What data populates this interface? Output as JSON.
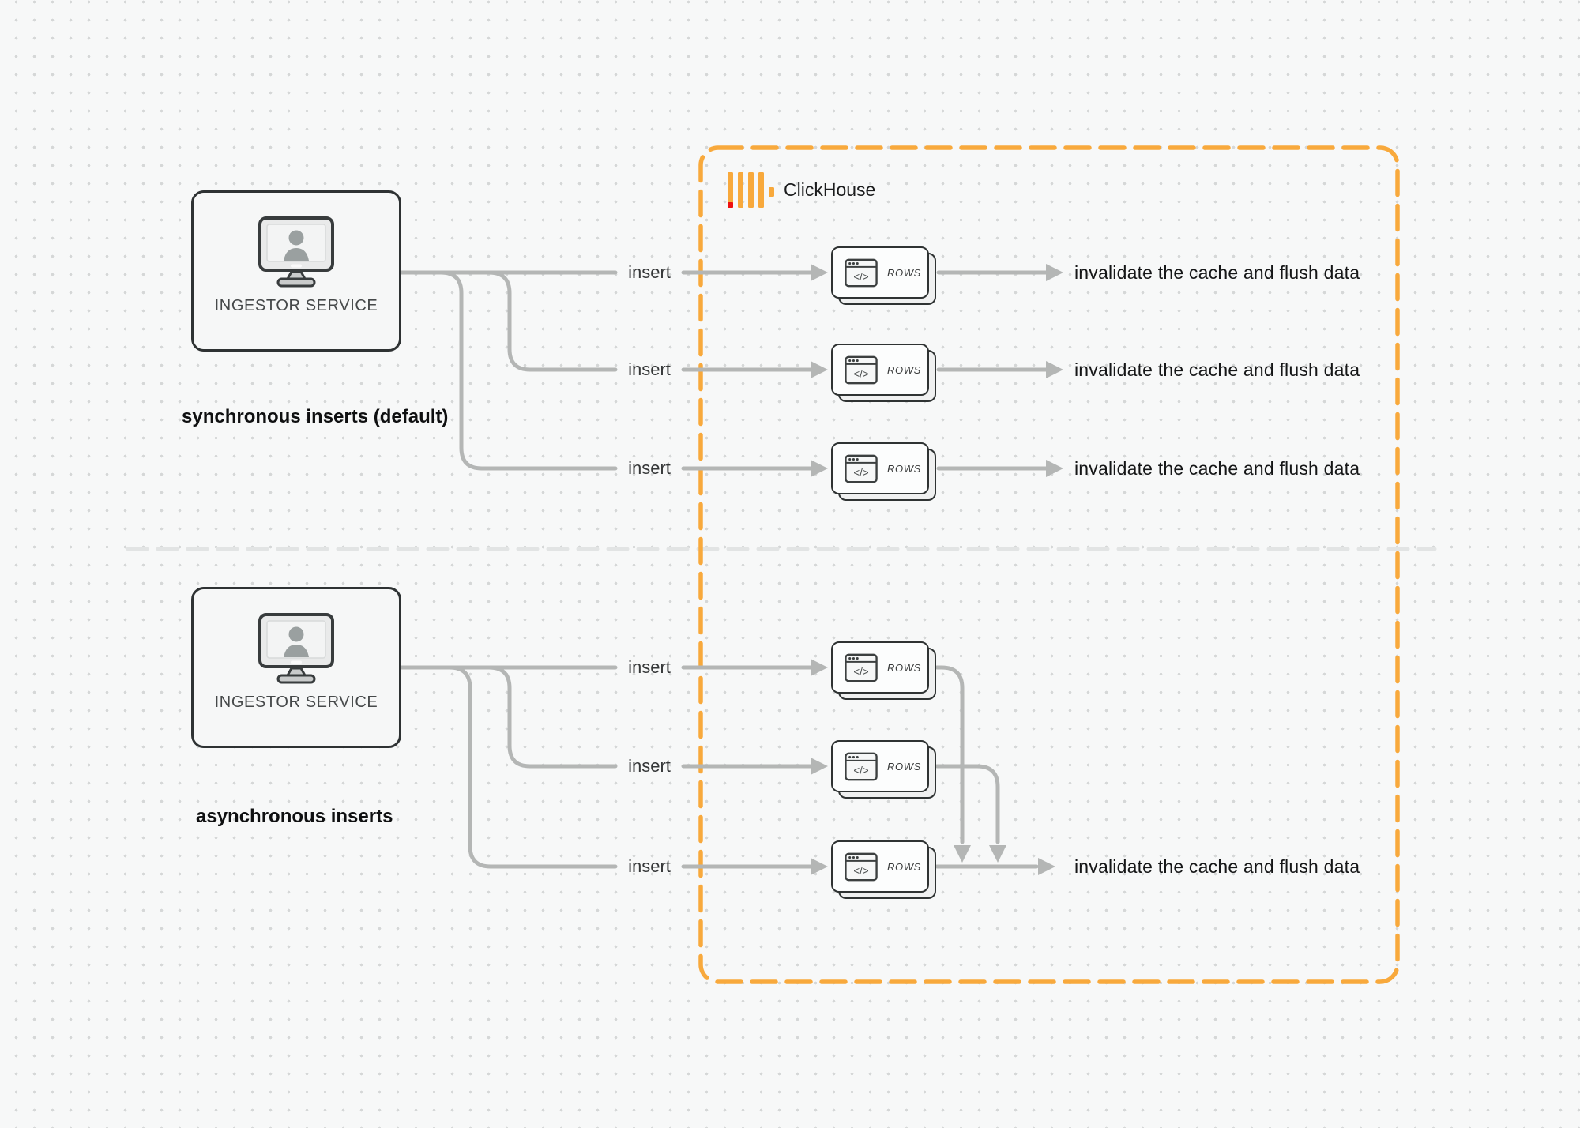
{
  "brand": {
    "name": "ClickHouse"
  },
  "icons": {
    "code_glyph": "</>"
  },
  "sync_section": {
    "service_label": "INGESTOR SERVICE",
    "caption": "synchronous inserts (default)",
    "flows": [
      {
        "insert": "insert",
        "rows": "ROWS",
        "result": "invalidate the cache and flush data"
      },
      {
        "insert": "insert",
        "rows": "ROWS",
        "result": "invalidate the cache and flush data"
      },
      {
        "insert": "insert",
        "rows": "ROWS",
        "result": "invalidate the cache and flush data"
      }
    ]
  },
  "async_section": {
    "service_label": "INGESTOR SERVICE",
    "caption": "asynchronous inserts",
    "flows": [
      {
        "insert": "insert",
        "rows": "ROWS"
      },
      {
        "insert": "insert",
        "rows": "ROWS"
      },
      {
        "insert": "insert",
        "rows": "ROWS"
      }
    ],
    "result": "invalidate the cache and flush data"
  },
  "colors": {
    "accent_orange": "#F8A93C",
    "logo_red": "#EE1010",
    "connector_gray": "#B4B6B5",
    "divider_gray": "#E2E4E4",
    "box_border": "#2E3233",
    "background": "#F7F8F8"
  }
}
